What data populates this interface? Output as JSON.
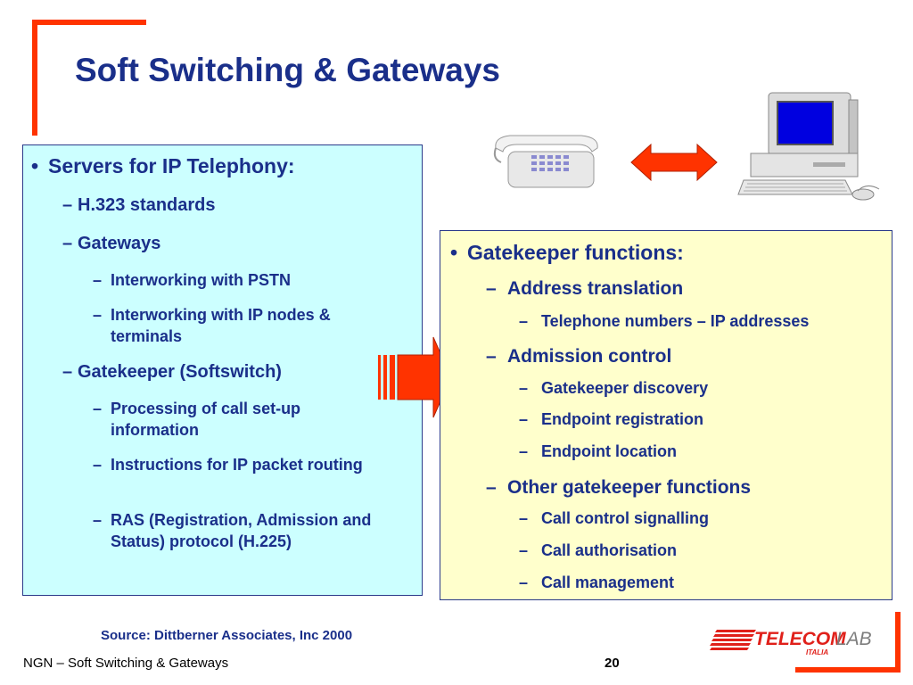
{
  "title": "Soft Switching & Gateways",
  "left_panel": {
    "heading": "Servers for IP Telephony:",
    "items": [
      {
        "label": "H.323 standards"
      },
      {
        "label": "Gateways"
      },
      {
        "label": "Interworking with PSTN"
      },
      {
        "label": "Interworking with IP nodes & terminals"
      },
      {
        "label": "Gatekeeper (Softswitch)"
      },
      {
        "label": "Processing of call set-up information"
      },
      {
        "label": "Instructions for IP packet routing"
      },
      {
        "label": "RAS (Registration, Admission and Status) protocol (H.225)"
      }
    ]
  },
  "right_panel": {
    "heading": "Gatekeeper functions:",
    "items": [
      {
        "label": "Address translation"
      },
      {
        "label": "Telephone numbers – IP addresses"
      },
      {
        "label": "Admission control"
      },
      {
        "label": "Gatekeeper discovery"
      },
      {
        "label": "Endpoint registration"
      },
      {
        "label": "Endpoint location"
      },
      {
        "label": "Other gatekeeper functions"
      },
      {
        "label": "Call control signalling"
      },
      {
        "label": "Call authorisation"
      },
      {
        "label": "Call management"
      }
    ]
  },
  "source": "Source: Dittberner Associates, Inc 2000",
  "footer": {
    "text": "NGN – Soft Switching & Gateways",
    "page": "20"
  },
  "logo": {
    "name": "TELECOM",
    "suffix": "LAB",
    "sub": "ITALIA"
  },
  "bullet": "•",
  "dash": "–",
  "icons": [
    "telephone-icon",
    "double-arrow-icon",
    "computer-icon",
    "right-arrow-icon"
  ],
  "colors": {
    "accent_red": "#ff3300",
    "text_blue": "#1a2f8a",
    "left_bg": "#ccffff",
    "right_bg": "#ffffcc"
  }
}
